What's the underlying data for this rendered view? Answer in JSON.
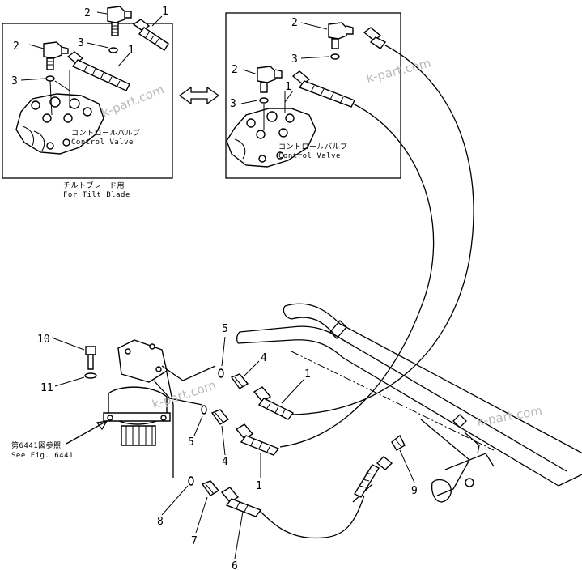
{
  "inset_left": {
    "caption_jp": "コントロールバルブ",
    "caption_en": "Control Valve",
    "note_jp": "チルトブレード用",
    "note_en": "For Tilt Blade",
    "labels": [
      "2",
      "1",
      "3",
      "2",
      "1",
      "3"
    ]
  },
  "inset_right": {
    "caption_jp": "コントロールバルブ",
    "caption_en": "Control Valve",
    "labels": [
      "2",
      "3",
      "2",
      "1",
      "3"
    ]
  },
  "motor": {
    "ref_jp": "第6441図参照",
    "ref_en": "See Fig. 6441"
  },
  "callouts": {
    "c10": "10",
    "c11": "11",
    "c5a": "5",
    "c4a": "4",
    "c1a": "1",
    "c5b": "5",
    "c4b": "4",
    "c1b": "1",
    "c8": "8",
    "c7": "7",
    "c6": "6",
    "c9": "9"
  },
  "watermarks": [
    "k-part.com",
    "k-part.com",
    "k-part.com",
    "k-part.com"
  ],
  "icons": {
    "exchange": "double-arrow-icon"
  }
}
